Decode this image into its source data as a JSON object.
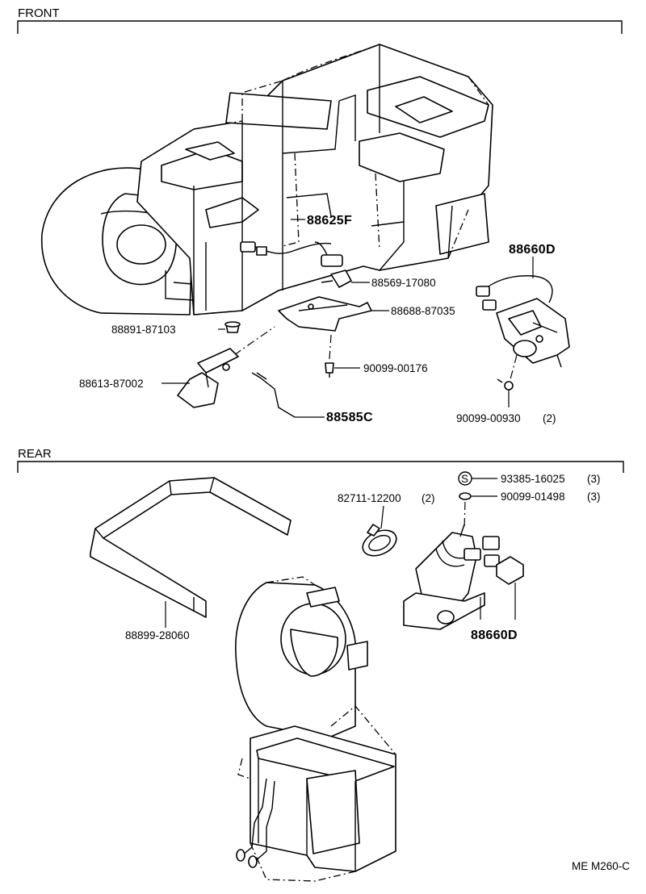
{
  "sections": {
    "front": "FRONT",
    "rear": "REAR"
  },
  "front_parts": {
    "wire_harness": "88625F",
    "servo_motor": "88660D",
    "connector_bracket": "88569-17080",
    "cover_plate": "88688-87035",
    "grommet": "88891-87103",
    "sensor_clamp": "88613-87002",
    "screw": "90099-00176",
    "sensor_rod": "88585C",
    "motor_screw": "90099-00930",
    "motor_screw_qty": "(2)"
  },
  "rear_parts": {
    "screw_s": "93385-16025",
    "screw_s_qty": "(3)",
    "s_symbol": "S",
    "washer": "90099-01498",
    "washer_qty": "(3)",
    "hose_clamp": "82711-12200",
    "hose_clamp_qty": "(2)",
    "seal_frame": "88899-28060",
    "servo_motor": "88660D"
  },
  "figure_code": "ME M260-C"
}
